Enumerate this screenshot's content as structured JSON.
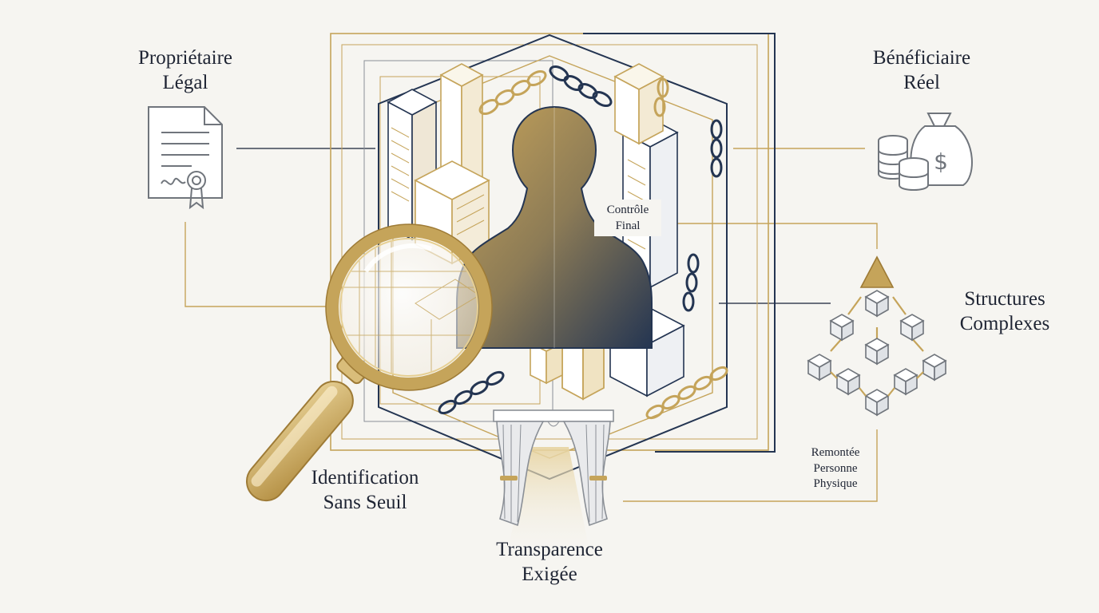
{
  "labels": {
    "legal_owner": "Propriétaire\nLégal",
    "beneficial_owner": "Bénéficiaire\nRéel",
    "final_control": "Contrôle\nFinal",
    "complex_structures": "Structures\nComplexes",
    "trace_back": "Remontée\nPersonne\nPhysique",
    "no_threshold": "Identification\nSans Seuil",
    "transparency": "Transparence\nExigée"
  },
  "colors": {
    "gold": "#c5a45a",
    "navy": "#243552",
    "gray": "#8a8f96",
    "background": "#f6f5f1"
  },
  "icons": [
    "document-certificate-icon",
    "money-bag-coins-icon",
    "network-pyramid-icon",
    "magnifying-glass-icon",
    "person-silhouette-icon",
    "curtain-icon",
    "chain-icon"
  ]
}
